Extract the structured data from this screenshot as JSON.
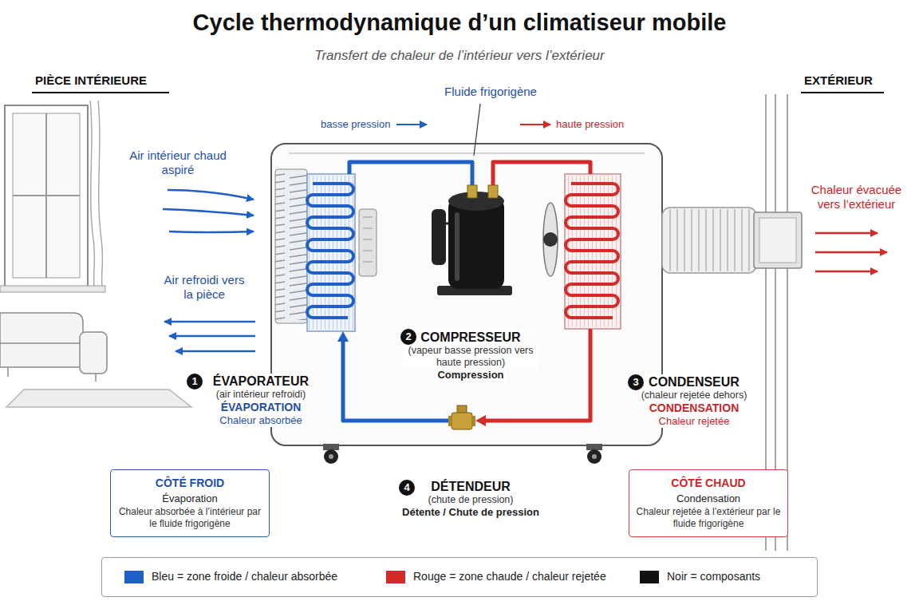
{
  "diagram": {
    "title": "Cycle thermodynamique d’un climatiseur mobile",
    "caption": "Transfert de chaleur de l’intérieur vers l’extérieur",
    "nodes": [
      {
        "text": [
          "ÉVAPORATEUR",
          "(air intérieur refroidi)",
          "ÉVAPORATION",
          "Chaleur absorbée"
        ]
      },
      {
        "text": [
          "COMPRESSEUR",
          "(vapeur basse pression vers haute pression)",
          "Compression"
        ]
      },
      {
        "text": [
          "CONDENSEUR",
          "(chaleur rejetée dehors)",
          "CONDENSATION",
          "Chaleur rejetée"
        ]
      },
      {
        "text": [
          "DÉTENDEUR",
          "(chute de pression)",
          "Détente / Chute de pression"
        ]
      },
      {
        "text": [
          "CÔTÉ FROID",
          "Évaporation",
          "Chaleur absorbée à l’intérieur par le fluide frigorigène"
        ]
      },
      {
        "text": [
          "CÔTÉ CHAUD",
          "Condensation",
          "Chaleur rejetée à l’extérieur par le fluide frigorigène"
        ]
      }
    ],
    "edges": [
      {
        "from": 0,
        "to": 1,
        "arrow": "none"
      },
      {
        "from": 1,
        "to": 2,
        "arrow": "none"
      },
      {
        "from": 2,
        "to": 3,
        "arrow": "to"
      },
      {
        "from": 3,
        "to": 0,
        "arrow": "to"
      }
    ],
    "labels": [
      "PIÈCE INTÉRIEURE",
      "EXTÉRIEUR",
      "Fluide frigorigène",
      "basse pression",
      "haute pression",
      "Air intérieur chaud aspiré",
      "Air refroidi vers la pièce",
      "Chaleur évacuée vers l’extérieur",
      "1",
      "2",
      "3",
      "4"
    ],
    "legend": [
      {
        "text": "Bleu = zone froide / chaleur absorbée",
        "color": "#1f5fc8"
      },
      {
        "text": "Rouge = zone chaude / chaleur rejetée",
        "color": "#d42a2a"
      },
      {
        "text": "Noir = composants",
        "color": "#111111"
      }
    ]
  }
}
